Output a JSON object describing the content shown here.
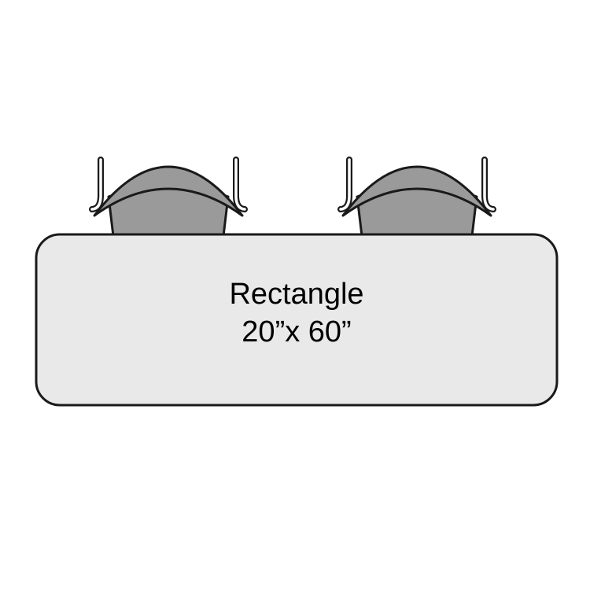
{
  "diagram": {
    "product": {
      "shape_label": "Rectangle",
      "dimensions_label": "20”x 60”"
    },
    "chairs": [
      {
        "position": "left"
      },
      {
        "position": "right"
      }
    ],
    "colors": {
      "background": "#ffffff",
      "table_fill": "#e9e9e9",
      "outline": "#1a1a1a",
      "chair_fill": "#9a9a9a",
      "text": "#000000"
    }
  }
}
